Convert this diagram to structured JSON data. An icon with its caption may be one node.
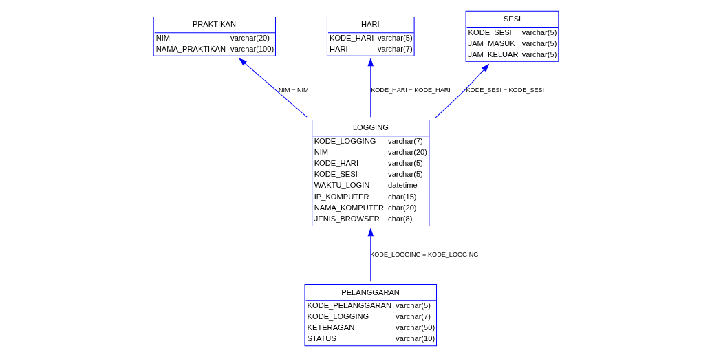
{
  "diagram": {
    "nodes": [
      {
        "text": [
          "PRAKTIKAN",
          "NIM",
          "varchar(20)",
          "NAMA_PRAKTIKAN",
          "varchar(100)"
        ]
      },
      {
        "text": [
          "HARI",
          "KODE_HARI",
          "varchar(5)",
          "HARI",
          "varchar(7)"
        ]
      },
      {
        "text": [
          "SESI",
          "KODE_SESI",
          "varchar(5)",
          "JAM_MASUK",
          "varchar(5)",
          "JAM_KELUAR",
          "varchar(5)"
        ]
      },
      {
        "text": [
          "LOGGING",
          "KODE_LOGGING",
          "varchar(7)",
          "NIM",
          "varchar(20)",
          "KODE_HARI",
          "varchar(5)",
          "KODE_SESI",
          "varchar(5)",
          "WAKTU_LOGIN",
          "datetime",
          "IP_KOMPUTER",
          "char(15)",
          "NAMA_KOMPUTER",
          "char(20)",
          "JENIS_BROWSER",
          "char(8)"
        ]
      },
      {
        "text": [
          "PELANGGARAN",
          "KODE_PELANGGARAN",
          "varchar(5)",
          "KODE_LOGGING",
          "varchar(7)",
          "KETERAGAN",
          "varchar(50)",
          "STATUS",
          "varchar(10)"
        ]
      }
    ],
    "edges": [
      {
        "from": 3,
        "to": 0,
        "arrow": "to",
        "label": "NIM = NIM"
      },
      {
        "from": 3,
        "to": 1,
        "arrow": "to",
        "label": "KODE_HARI = KODE_HARI"
      },
      {
        "from": 3,
        "to": 2,
        "arrow": "to",
        "label": "KODE_SESI = KODE_SESI"
      },
      {
        "from": 4,
        "to": 3,
        "arrow": "to",
        "label": "KODE_LOGGING = KODE_LOGGING"
      }
    ]
  }
}
